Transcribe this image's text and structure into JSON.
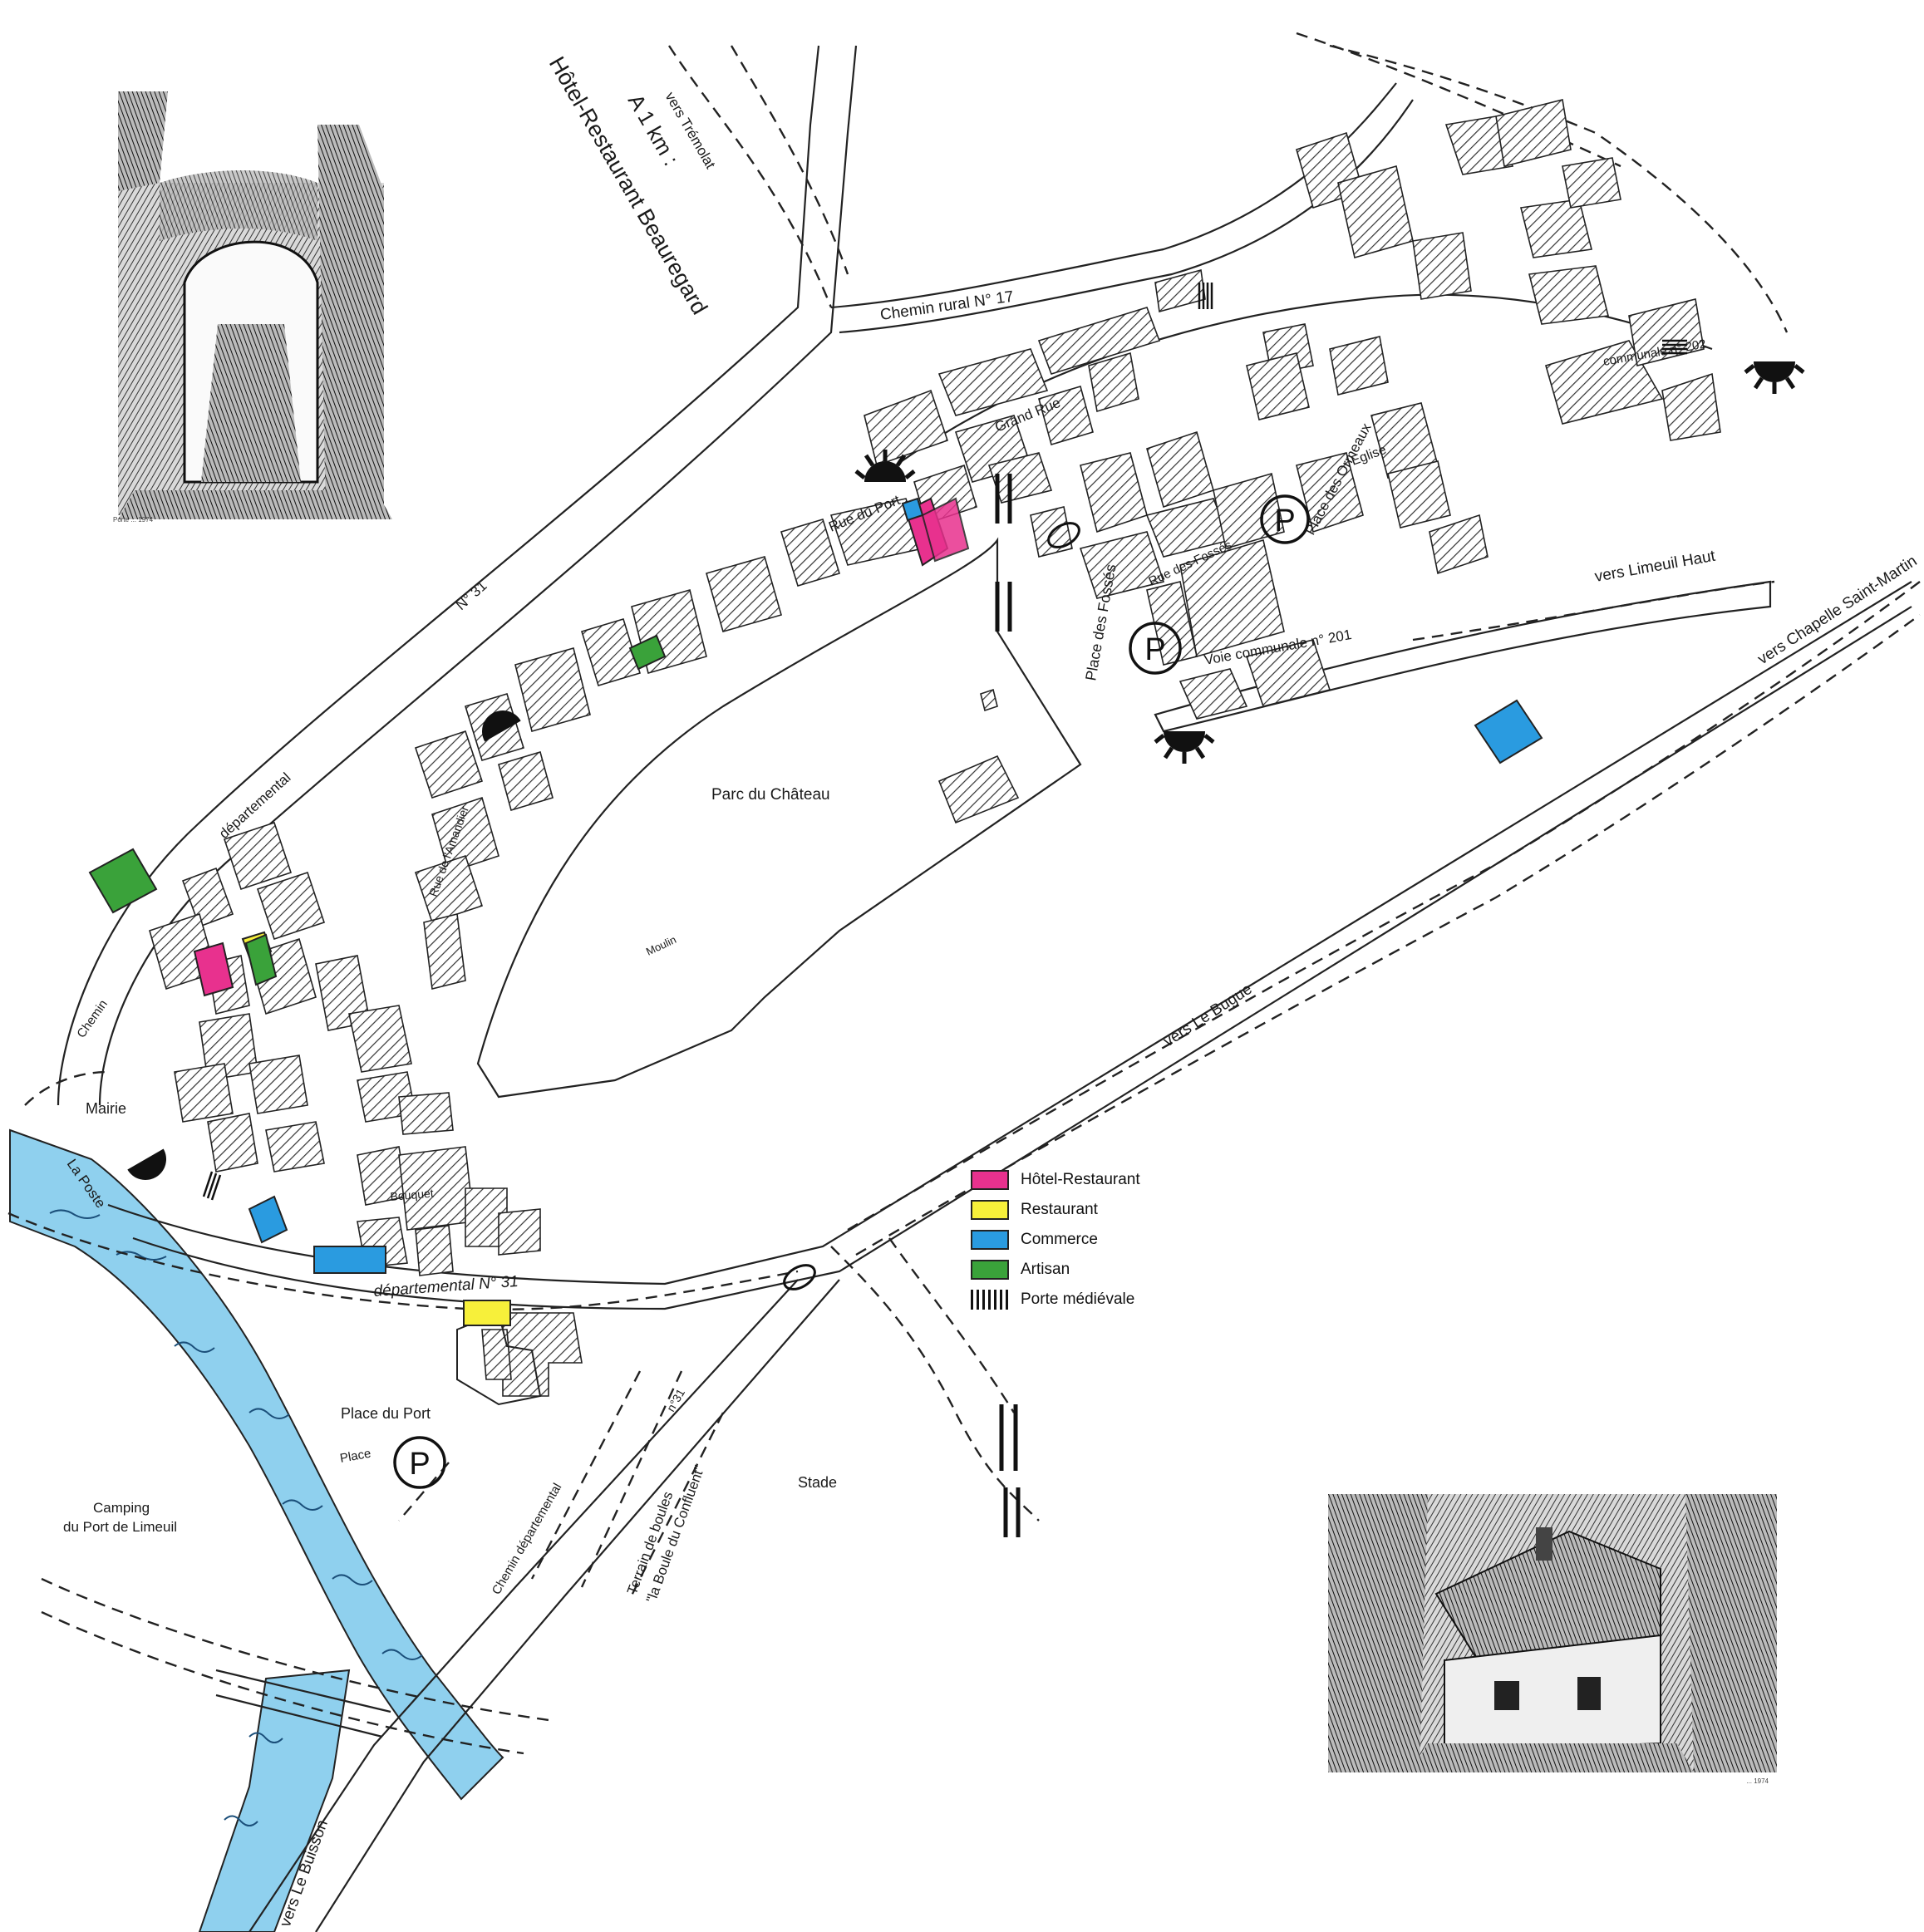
{
  "header": {
    "hotel_distance": "A 1 km :",
    "hotel_name": "Hôtel-Restaurant Beauregard"
  },
  "places": {
    "parc": "Parc du Château",
    "place_fosses": "Place des Fossés",
    "place_ormeaux": "Place des Ormeaux",
    "place_port": "Place du Port",
    "place_word": "Place",
    "mairie": "Mairie",
    "la_poste": "La Poste",
    "camping": "Camping",
    "camping_sub": "du Port de Limeuil",
    "stade": "Stade",
    "terrain": "Terrain de boules",
    "terrain_sub": "\"la Boule du Confluent\"",
    "moulin": "Moulin"
  },
  "roads": {
    "vers_tremolat": "vers Trémolat",
    "vers_limeuil_haut": "vers Limeuil Haut",
    "vers_chapelle": "vers Chapelle Saint-Martin",
    "vers_le_bugue": "vers Le Bugue",
    "vers_le_buisson": "vers Le Buisson",
    "chemin_rural": "Chemin rural N° 17",
    "voie_communale": "Voie communale n° 201",
    "communale_202": "communale n° 202",
    "departemental_31": "départemental N° 31",
    "n31": "N° 31",
    "departemental_top": "départemental",
    "chemin_dep": "Chemin départemental",
    "n31_short": "n°31",
    "grand_rue": "Grand Rue",
    "rue_du_port": "Rue du Port",
    "rue_des_fosses": "Rue des Fossés",
    "rue_amandier": "Rue de l'Amandier",
    "rue_eglise": "Eglise",
    "rue_bouquet": "Bouquet",
    "chemin": "Chemin"
  },
  "legend": {
    "items": [
      {
        "label": "Hôtel-Restaurant",
        "color": "#e8318e"
      },
      {
        "label": "Restaurant",
        "color": "#f7f03a"
      },
      {
        "label": "Commerce",
        "color": "#2a9be0"
      },
      {
        "label": "Artisan",
        "color": "#3aa23a"
      },
      {
        "label": "Porte médiévale",
        "color": "#111111"
      }
    ]
  },
  "colors": {
    "river": "#8fd0ee",
    "hatch": "#333333",
    "hotel_restaurant": "#e8318e",
    "restaurant": "#f7f03a",
    "commerce": "#2a9be0",
    "artisan": "#3aa23a"
  },
  "sketches": {
    "top_caption": "Porte ... 1974",
    "bottom_caption": "... 1974"
  },
  "icons": [
    "sun-viewpoint-icon",
    "telephone-icon",
    "parking-icon",
    "wc-icon"
  ]
}
